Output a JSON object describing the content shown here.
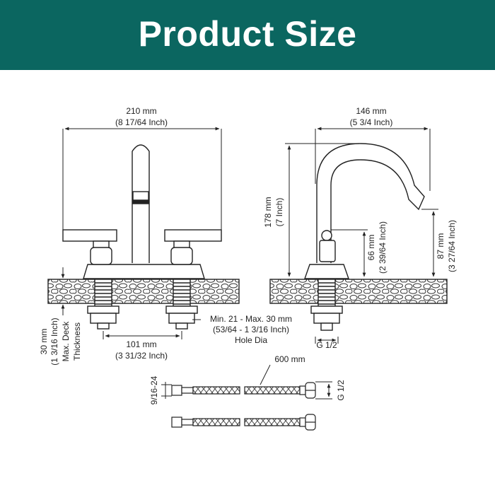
{
  "header": {
    "title": "Product Size",
    "background": "#0b6660"
  },
  "front_view": {
    "width_mm": "210 mm",
    "width_inch": "(8 17/64 Inch)",
    "center_mm": "101 mm",
    "center_inch": "(3 31/32 Inch)",
    "deck_mm": "30 mm",
    "deck_inch": "(1 3/16 Inch)",
    "deck_label_1": "Max. Deck",
    "deck_label_2": "Thickness",
    "hole_range": "Min. 21 - Max. 30 mm",
    "hole_range_inch": "(53/64 - 1 3/16 Inch)",
    "hole_label": "Hole Dia"
  },
  "side_view": {
    "reach_mm": "146 mm",
    "reach_inch": "(5 3/4 Inch)",
    "height_mm": "178 mm",
    "height_inch": "(7 Inch)",
    "handle_mm": "66 mm",
    "handle_inch": "(2 39/64 Inch)",
    "spout_mm": "87 mm",
    "spout_inch": "(3 27/64 Inch)",
    "thread": "G 1/2"
  },
  "hoses": {
    "length": "600 mm",
    "end_thread_left": "9/16-24",
    "end_thread_right": "G 1/2"
  }
}
